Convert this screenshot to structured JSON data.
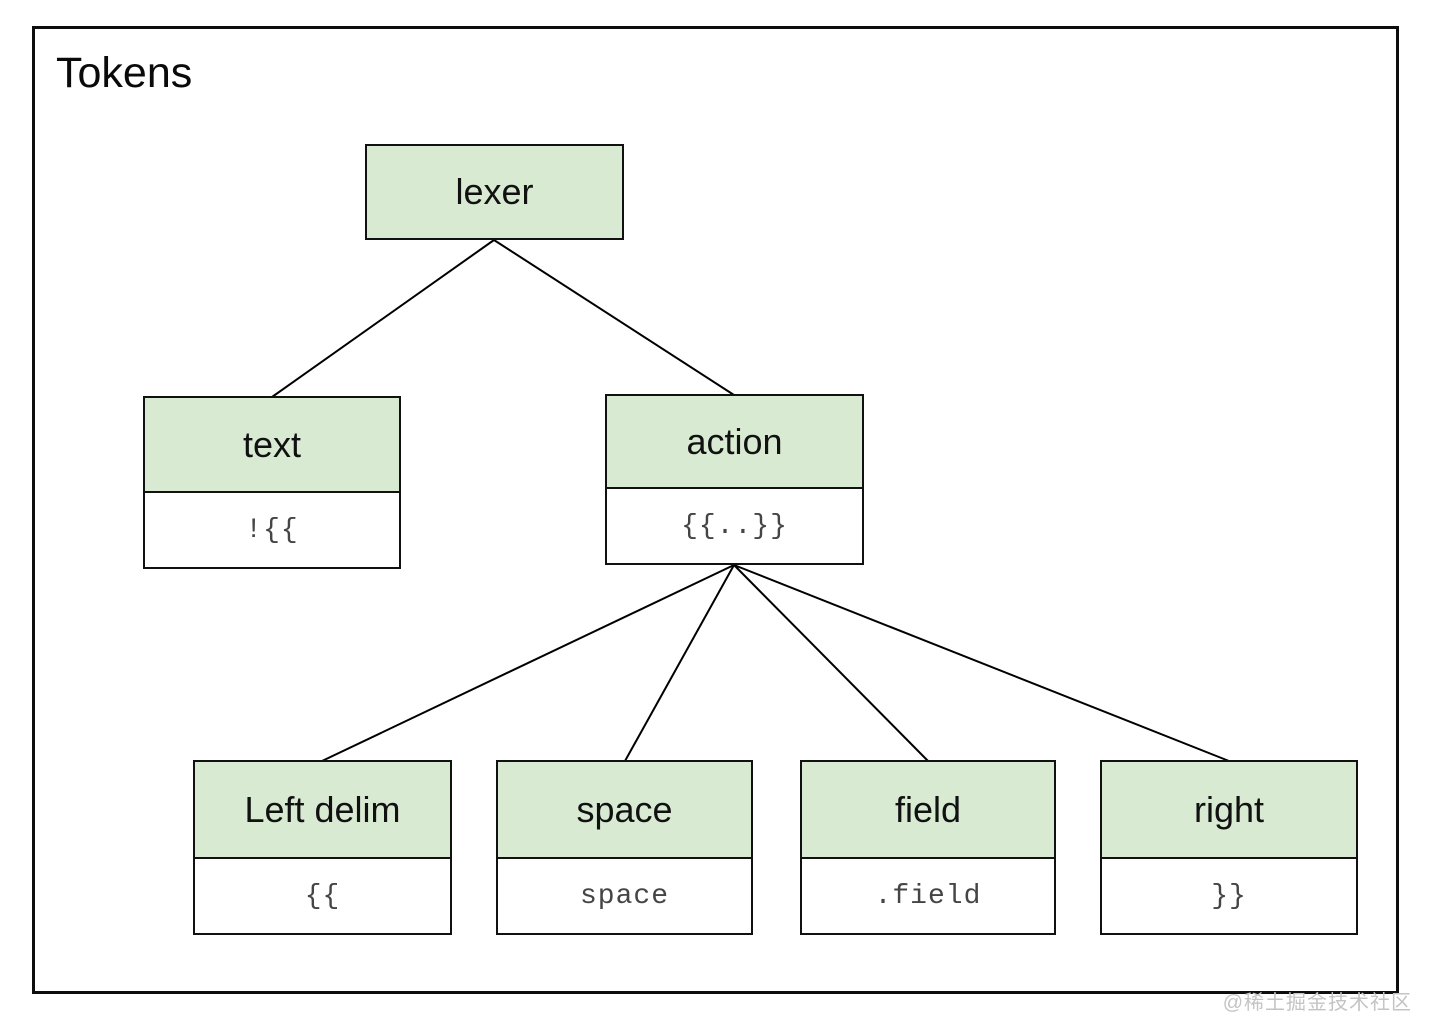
{
  "page": {
    "title": "Tokens",
    "watermark": "@稀土掘金技术社区"
  },
  "colors": {
    "node_fill": "#d9ead3",
    "node_border": "#111111",
    "edge_line": "#000000",
    "value_text": "#454545",
    "watermark_text": "#c4c4c4",
    "frame_border": "#0d0d0d"
  },
  "nodes": {
    "lexer": {
      "label": "lexer"
    },
    "text": {
      "label": "text",
      "value": "!{{"
    },
    "action": {
      "label": "action",
      "value": "{{..}}"
    },
    "left_delim": {
      "label": "Left delim",
      "value": "{{"
    },
    "space": {
      "label": "space",
      "value": "space"
    },
    "field": {
      "label": "field",
      "value": ".field"
    },
    "right": {
      "label": "right",
      "value": "}}"
    }
  },
  "edges": [
    {
      "from": "lexer",
      "to": "text"
    },
    {
      "from": "lexer",
      "to": "action"
    },
    {
      "from": "action",
      "to": "left_delim"
    },
    {
      "from": "action",
      "to": "space"
    },
    {
      "from": "action",
      "to": "field"
    },
    {
      "from": "action",
      "to": "right"
    }
  ]
}
